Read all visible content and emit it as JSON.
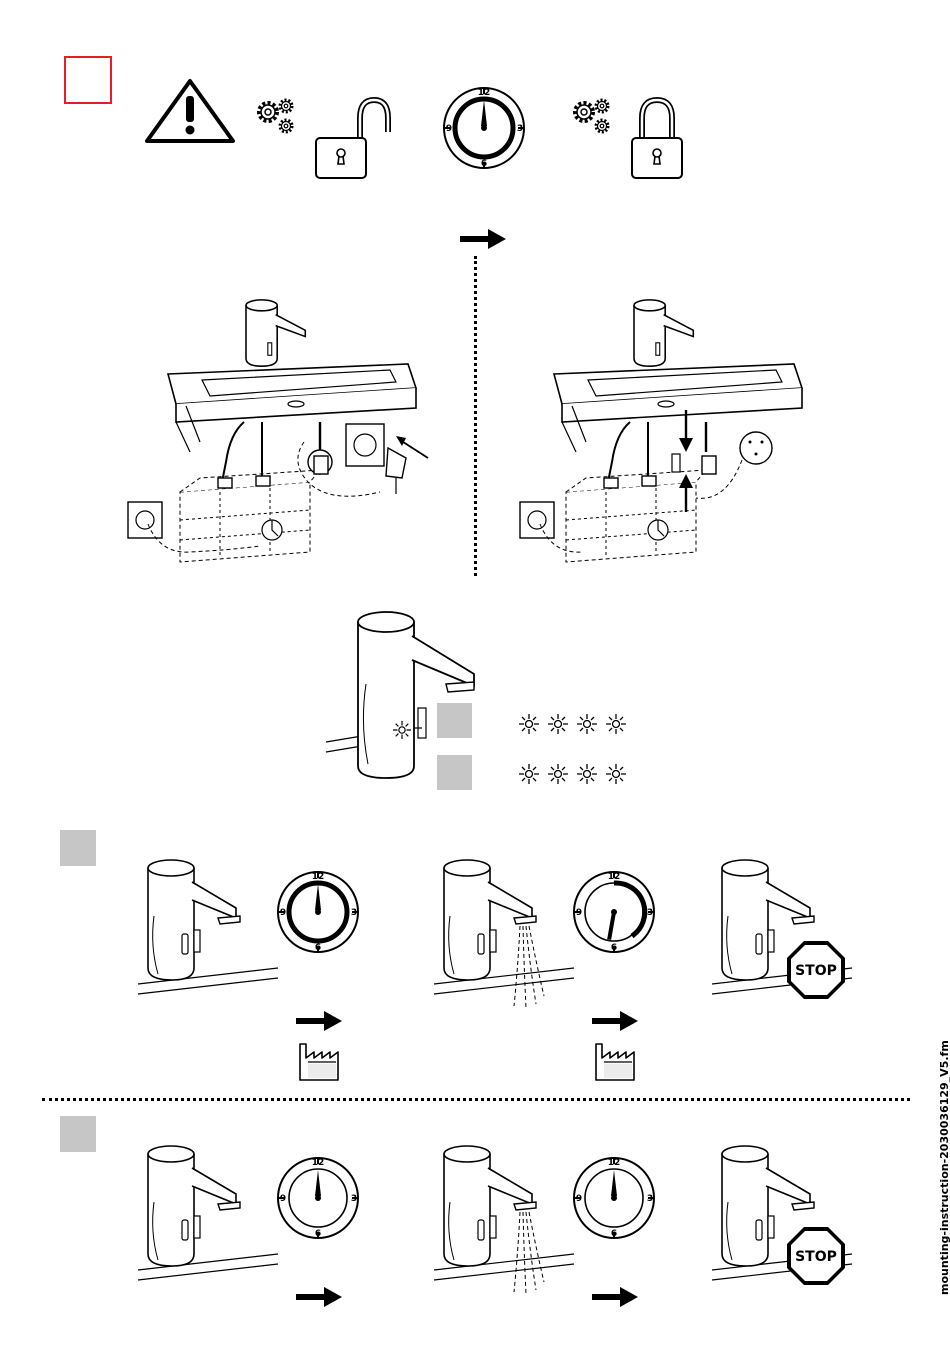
{
  "page": {
    "footer_filename": "mounting-instruction-2030036129_V5.fm",
    "accent_red": "#e31e24",
    "marker_gray": "#c6c6c6"
  },
  "clocks": {
    "n12": "12",
    "n3": "3",
    "n6": "6",
    "n9": "9"
  },
  "stop": {
    "label": "STOP"
  },
  "icons": {
    "warning": "warning-triangle-icon",
    "gears": "gears-icon",
    "unlock": "padlock-open-icon",
    "lock": "padlock-closed-icon",
    "clock": "clock-icon",
    "arrow": "arrow-right-icon",
    "factory": "factory-icon",
    "led": "blinking-led-icon",
    "stop": "stop-sign-icon"
  }
}
